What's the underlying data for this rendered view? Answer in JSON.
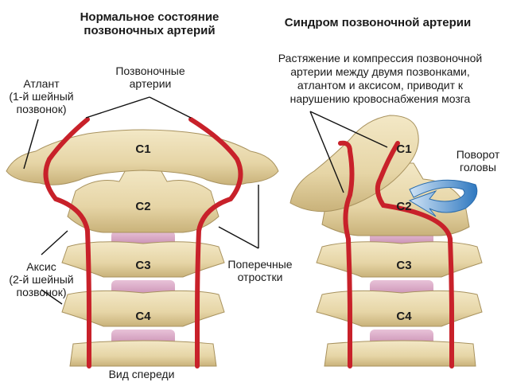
{
  "titles": {
    "left": [
      "Нормальное состояние",
      "позвоночных артерий"
    ],
    "right": "Синдром позвоночной артерии"
  },
  "labels": {
    "atlas": [
      "Атлант",
      "(1-й шейный",
      "позвонок)"
    ],
    "arteries": [
      "Позвоночные",
      "артерии"
    ],
    "axis": [
      "Аксис",
      "(2-й шейный",
      "позвонок)"
    ],
    "transverse": [
      "Поперечные",
      "отростки"
    ],
    "front_view": "Вид спереди",
    "syndrome_note": [
      "Растяжение и компрессия позвоночной",
      "артерии между двумя позвонками,",
      "атлантом и аксисом, приводит к",
      "нарушению кровоснабжения мозга"
    ],
    "rotation": [
      "Поворот",
      "головы"
    ]
  },
  "vertebrae_left": [
    "C1",
    "C2",
    "C3",
    "C4"
  ],
  "vertebrae_right": [
    "C1",
    "C2",
    "C3",
    "C4"
  ],
  "colors": {
    "bone": "#eadbb0",
    "bone_shade": "#c9b27a",
    "disc": "#d9a7c4",
    "artery": "#c8212a",
    "arrow": "#3f86c8"
  }
}
